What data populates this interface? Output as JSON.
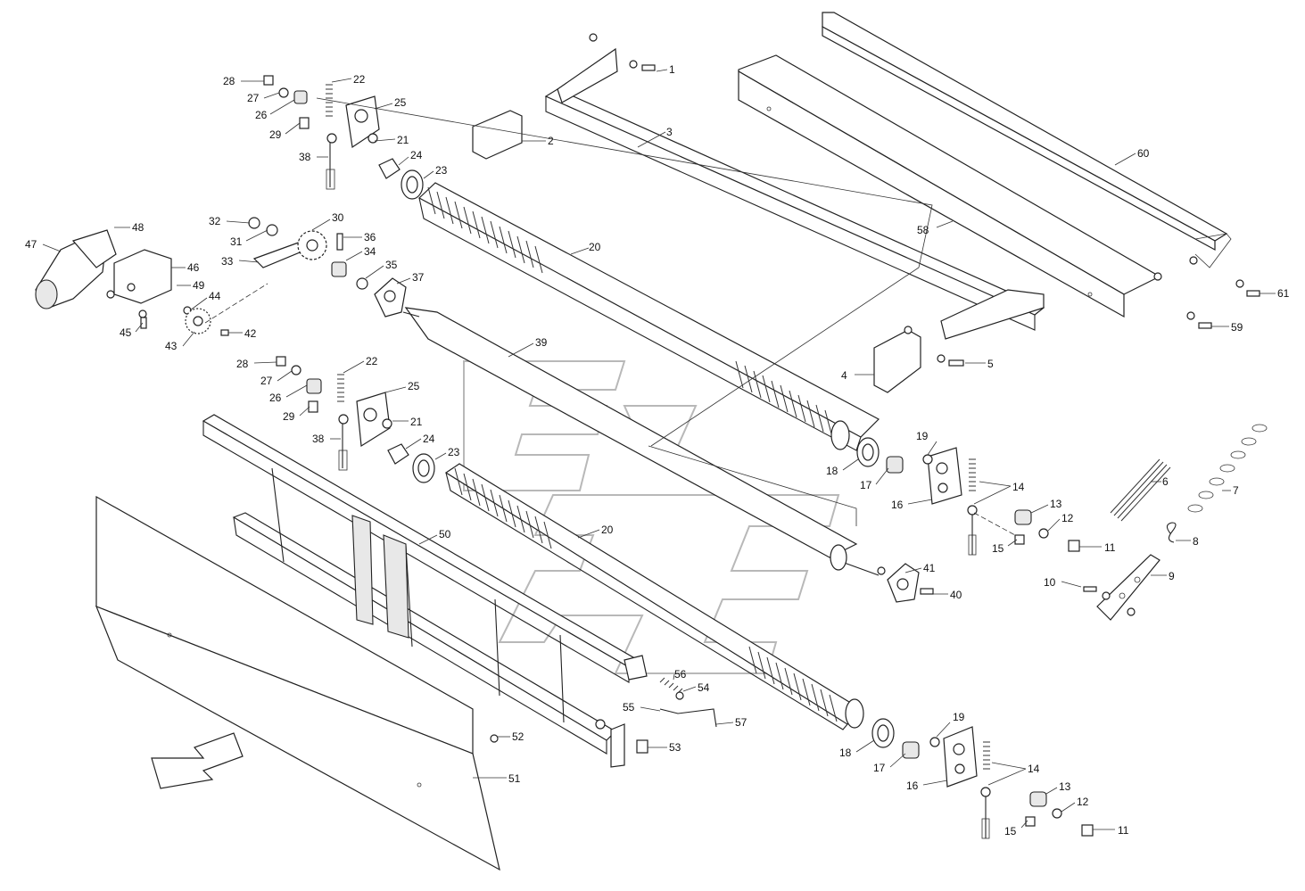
{
  "diagram": {
    "callouts": [
      {
        "id": "c1",
        "text": "1"
      },
      {
        "id": "c2",
        "text": "2"
      },
      {
        "id": "c3",
        "text": "3"
      },
      {
        "id": "c4",
        "text": "4"
      },
      {
        "id": "c5",
        "text": "5"
      },
      {
        "id": "c6",
        "text": "6"
      },
      {
        "id": "c7",
        "text": "7"
      },
      {
        "id": "c8",
        "text": "8"
      },
      {
        "id": "c9",
        "text": "9"
      },
      {
        "id": "c10",
        "text": "10"
      },
      {
        "id": "c11a",
        "text": "11"
      },
      {
        "id": "c11b",
        "text": "11"
      },
      {
        "id": "c12a",
        "text": "12"
      },
      {
        "id": "c12b",
        "text": "12"
      },
      {
        "id": "c13a",
        "text": "13"
      },
      {
        "id": "c13b",
        "text": "13"
      },
      {
        "id": "c14a",
        "text": "14"
      },
      {
        "id": "c14b",
        "text": "14"
      },
      {
        "id": "c15a",
        "text": "15"
      },
      {
        "id": "c15b",
        "text": "15"
      },
      {
        "id": "c16a",
        "text": "16"
      },
      {
        "id": "c16b",
        "text": "16"
      },
      {
        "id": "c17a",
        "text": "17"
      },
      {
        "id": "c17b",
        "text": "17"
      },
      {
        "id": "c18a",
        "text": "18"
      },
      {
        "id": "c18b",
        "text": "18"
      },
      {
        "id": "c19a",
        "text": "19"
      },
      {
        "id": "c19b",
        "text": "19"
      },
      {
        "id": "c20a",
        "text": "20"
      },
      {
        "id": "c20b",
        "text": "20"
      },
      {
        "id": "c21a",
        "text": "21"
      },
      {
        "id": "c21b",
        "text": "21"
      },
      {
        "id": "c22a",
        "text": "22"
      },
      {
        "id": "c22b",
        "text": "22"
      },
      {
        "id": "c23a",
        "text": "23"
      },
      {
        "id": "c23b",
        "text": "23"
      },
      {
        "id": "c24a",
        "text": "24"
      },
      {
        "id": "c24b",
        "text": "24"
      },
      {
        "id": "c25a",
        "text": "25"
      },
      {
        "id": "c25b",
        "text": "25"
      },
      {
        "id": "c26a",
        "text": "26"
      },
      {
        "id": "c26b",
        "text": "26"
      },
      {
        "id": "c27a",
        "text": "27"
      },
      {
        "id": "c27b",
        "text": "27"
      },
      {
        "id": "c28a",
        "text": "28"
      },
      {
        "id": "c28b",
        "text": "28"
      },
      {
        "id": "c29a",
        "text": "29"
      },
      {
        "id": "c29b",
        "text": "29"
      },
      {
        "id": "c30",
        "text": "30"
      },
      {
        "id": "c31",
        "text": "31"
      },
      {
        "id": "c32",
        "text": "32"
      },
      {
        "id": "c33",
        "text": "33"
      },
      {
        "id": "c34",
        "text": "34"
      },
      {
        "id": "c35",
        "text": "35"
      },
      {
        "id": "c36",
        "text": "36"
      },
      {
        "id": "c37",
        "text": "37"
      },
      {
        "id": "c38a",
        "text": "38"
      },
      {
        "id": "c38b",
        "text": "38"
      },
      {
        "id": "c39",
        "text": "39"
      },
      {
        "id": "c40",
        "text": "40"
      },
      {
        "id": "c41",
        "text": "41"
      },
      {
        "id": "c42",
        "text": "42"
      },
      {
        "id": "c43",
        "text": "43"
      },
      {
        "id": "c44",
        "text": "44"
      },
      {
        "id": "c45",
        "text": "45"
      },
      {
        "id": "c46",
        "text": "46"
      },
      {
        "id": "c47",
        "text": "47"
      },
      {
        "id": "c48",
        "text": "48"
      },
      {
        "id": "c49",
        "text": "49"
      },
      {
        "id": "c50",
        "text": "50"
      },
      {
        "id": "c51",
        "text": "51"
      },
      {
        "id": "c52",
        "text": "52"
      },
      {
        "id": "c53",
        "text": "53"
      },
      {
        "id": "c54",
        "text": "54"
      },
      {
        "id": "c55",
        "text": "55"
      },
      {
        "id": "c56",
        "text": "56"
      },
      {
        "id": "c57",
        "text": "57"
      },
      {
        "id": "c58",
        "text": "58"
      },
      {
        "id": "c59",
        "text": "59"
      },
      {
        "id": "c60",
        "text": "60"
      },
      {
        "id": "c61",
        "text": "61"
      }
    ],
    "watermark_icon": "logo-watermark",
    "direction_arrow_icon": "direction-arrow-icon",
    "colors": {
      "line": "#222222",
      "background": "#ffffff",
      "watermark": "#b8b8b8"
    }
  }
}
